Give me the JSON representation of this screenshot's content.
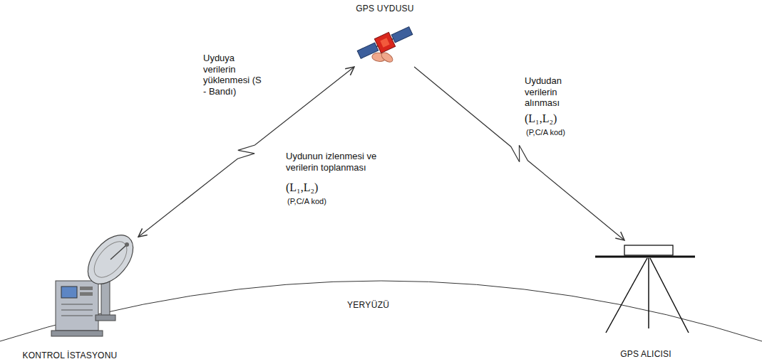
{
  "diagram": {
    "nodes": [
      {
        "text": [
          "GPS UYDUSU"
        ]
      },
      {
        "text": [
          "KONTROL İSTASYONU"
        ]
      },
      {
        "text": [
          "GPS ALICISI"
        ]
      }
    ],
    "edges": [
      {
        "from": 1,
        "to": 0,
        "arrow": "both",
        "label": "Uyduya verilerin yüklenmesi (S - Bandı)"
      },
      {
        "from": 0,
        "to": 2,
        "arrow": "to",
        "label": "Uydudan verilerin alınması"
      }
    ],
    "labels": [
      "Uydunun izlenmesi ve verilerin toplanması",
      "(L₁,L₂)",
      "(P,C/A kod)",
      "(L₁,L₂)",
      "(P,C/A kod)",
      "YERYÜZÜ"
    ]
  }
}
